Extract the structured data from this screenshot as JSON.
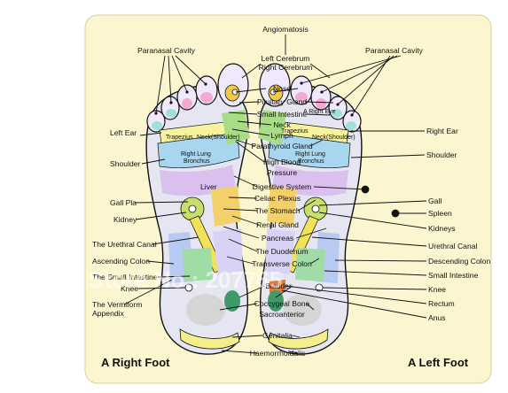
{
  "title": "Angiomatosis",
  "feet": {
    "right": "A Right Foot",
    "left": "A Left Foot"
  },
  "center_labels": [
    "Left Cerebrum",
    "Right Cerebrum",
    "Nose",
    "Pituitary Gland",
    "Small Intestine",
    "Neck",
    "Lymph",
    "Parathyroid Gland",
    "High Blood",
    "Pressure",
    "Digestive System",
    "Celiac Plexus",
    "The Stomach",
    "Renal Gland",
    "Pancreas",
    "The Duodenum",
    "Transverse Colon",
    "Bladder",
    "Coccygeal Bone",
    "Sacroanterior",
    "Genitalia",
    "Haemorrhoidalis"
  ],
  "left_side_labels": [
    "Paranasal Cavity",
    "Left Ear",
    "Shoulder",
    "Gall Pla",
    "Kidney",
    "The Urethral Canal",
    "Ascending Colon",
    "The Small Intestine",
    "Knee",
    "The Vermiform",
    "Appendix"
  ],
  "right_side_labels": [
    "Paranasal Cavity",
    "Right Ear",
    "Shoulder",
    "Gall",
    "Spleen",
    "Kidneys",
    "Urethral Canal",
    "Descending Colon",
    "Small Intestine",
    "Knee",
    "Rectum",
    "Anus"
  ],
  "foot_labels": {
    "right_trapezius": "Trapezius",
    "left_trapezius": "Trapezius",
    "trapezius_sub": "Neck(Shoulder)",
    "right_lung_1": "Right Lung",
    "right_lung_2": "Bronchus",
    "left_lung_1": "Right Lung",
    "left_lung_2": "Bronchus",
    "liver": "Liver",
    "right_eye": "A Right Eye"
  },
  "watermark": "Store No.: 207765",
  "colors": {
    "background": "#fbf6cf",
    "sole": "#e6e6f2",
    "outline": "#111111"
  }
}
